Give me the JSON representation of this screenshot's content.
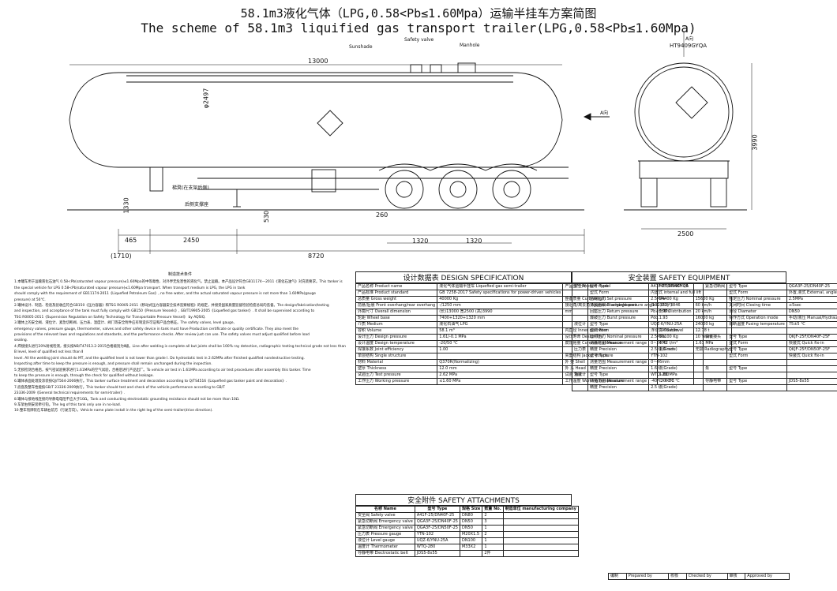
{
  "title": {
    "cn": "58.1m3液化气体（LPG,0.58<Pb≤1.60Mpa）运输半挂车方案简图",
    "en": "The scheme of 58.1m3 liquified gas transport trailer(LPG,0.58<Pb≤1.60Mpa)"
  },
  "drawing": {
    "labels": {
      "sunshade": "Sunshade",
      "safety_valve": "Safety valve",
      "manhole": "Manhole",
      "a_view": "A向",
      "a_arrow": "A向",
      "model": "HT9409GYQA",
      "ladder": "梯凳(在支架后侧)",
      "box": "后侧支撑座"
    },
    "dims": {
      "d13000": "13000",
      "d2497": "φ2497",
      "d1330": "1330",
      "d530": "530",
      "d260": "260",
      "d1320a": "1320",
      "d1320b": "1320",
      "d465": "465",
      "d2450": "2450",
      "d1710": "(1710)",
      "d8720": "8720",
      "d3990": "3990",
      "d2500": "2500"
    }
  },
  "tech": {
    "heading": "制造技术条件",
    "items": [
      "1.本罐车用于运输液化石油气 0.58<Pb(saturated vapour pressure)≤1.60Mpa的中等毒性、对外界无危害性的液化气，禁止运输。本产品设计符合GB11174—2011《液化石油气》对充装要求。This tanker is the special vehicle for LPG 0.58<Pb(saturated vapour pressure)≤1.60Mpa transport. When transport medium is LPG, the LPG in tank",
      "should comply with the requirement of GB11174-2011《Liquefied Petroleum Gas》, no free water, and the actual saturated vapour pressure is not more than 1.60MPa(gauge",
      "pressure) at 50℃.",
      "2.罐体设计、制造、检验及验收应符合GB150《压力容器》和TSG R0005-2011《移动式压力容器安全技术监察规程》的规定，并接受国家质量监督检验检疫总局的监督。The design/fabrication/testing",
      "and inspection, and acceptance of the tank must fully comply with GB150《Pressure Vessels》, GB/T19905-2005《Liquefied gas tanker》. It shall be supervised according to",
      "TSG R0005-2011《Supervision Regulation on Safety Technology for Transportable Pressure Vessel》 by AQSIQ.",
      "3.罐体上的安全阀、液位计、紧急切断阀、压力表、温度计、阀门等安全附件应有制造许可证和产品合格证。The safety valves, level gauge,",
      "emergency valves, pressure gauge, thermometer, valves and other safety device in tank must have Production certificate or quality certificate. They also meet the",
      "provisions of the relevant laws and regulations and standards, and the performance checks. After review just can use. The safety valves must  adjust qualified before load",
      "sealing.",
      "4.焊接接头进行20%射线检测，接头按NB/T47013.2-2015合格级别为Ⅱ级。Line after welding is complete all but joints shall be 100% ray detection, radiographic testing technical grade not less than B level, level of qualified not less than Ⅱ",
      "level. All the  welding joint should do MT, and the qualified level is not lower than grade Ⅰ. Do hydrostatic test in 2.62MPa after finished qualified nondestructive testing.",
      "Inspecting after time to keep the pressure is enough, and pressure shall remain unchanged during the inspection.",
      "5.无损检测合格后，按气密试验要求进行1.61MPa的空气试验，合格后进行产品出厂。To vehicle air test in 1.61MPa according to air test procedures after assembly this tanker. Time",
      "to keep the pressure is enough, through the check for qualified without leakage.",
      "6.罐体表面处理及涂装按QJ/T564-2006执行。This tanker surface treatment and decoration according to Q/TS4516《Liquefied gas tanker paint and decoration》.",
      "7.底盘及整车性能按GB/T 23336-2009执行。This tanker should test and check of the vehicle performance according to GB/T",
      "23336-2009《General technical requirements for semi-trailer》.",
      "8.罐体与接地线连接的导静电电阻不应大于10Ω。Tank and conducting electrostatic grounding resistance should not be more than 10Ω.",
      "9.车架右侧安装牵引钩。The leg of this tank only use in no-load.",
      "10.整车铭牌装在车辆右前方（行驶方向）。Vehicle name plate install in the right leg of the semi-trailer(drive direction)."
    ]
  },
  "design": {
    "title": "设计数据表 DESIGN SPECIFICATION",
    "rows": [
      [
        "产品名称 Product name",
        "液化气体运输半挂车 Liquefied gas semi-trailer",
        "产品型号 Product model",
        "MET9409GYQA"
      ],
      [
        "产品标准 Product standard",
        "GB 7258-2017 Safety specifications for power-driven vehicles",
        "",
        ""
      ],
      [
        "总质量 Gross weight",
        "40000 Kg",
        "整备质量 Curb weight",
        "24400 Kg",
        "15600 Kg"
      ],
      [
        "前悬/后悬 Front overhang/rear overhang",
        "-/1250 mm",
        "接近角/离去角 Approach angle/departure angle",
        "-/23(°)",
        "60 km/h"
      ],
      [
        "外廓尺寸 Overall dimension",
        "(长)13000 宽2500 (高)3990",
        "mm",
        "分布 Distribution",
        "20 km/h"
      ],
      [
        "轮距 Wheel base",
        "7400+1320+1320 mm",
        "",
        "",
        "16000 kg"
      ],
      [
        "介质 Medium",
        "液化石油气 LPG",
        "",
        "",
        "24000 kg"
      ],
      [
        "容积 Volume",
        "58.1 m³",
        "内直径 Inner diameter",
        "2470 mm",
        "12.78 t"
      ],
      [
        "设计压力 Design pressure",
        "1.61/-0.1 MPa",
        "设计寿命 Design life",
        "10100 Kg",
        "10 Years"
      ],
      [
        "设计温度 Design temperature",
        "-20/50 ℃",
        "腐蚀裕量 Corrosion allowance",
        "0.42 t/m³",
        "1.61 MPa"
      ],
      [
        "焊接系数 Joint efficiency",
        "1.00",
        "",
        "1.0 mm",
        "无损 Radiography"
      ],
      [
        "单层结构 Single structure",
        "",
        "夹套结构 Jacket structure",
        ""
      ],
      [
        "材料 Material",
        "Q370R(Normalizing)",
        "外 壳 Shell",
        "6mm"
      ],
      [
        "壁厚 Thickness",
        "12.0 mm",
        "外 头 Head",
        ""
      ],
      [
        "试验压力 Test pressure",
        "2.62 MPa",
        "试验 Test",
        "1.61 MPa"
      ],
      [
        "工作压力 Working pressure",
        "≤1.60 MPa",
        "工作温度 Working temperature",
        "-20~50 ℃"
      ]
    ]
  },
  "safety_equipment": {
    "title": "安全装置 SAFETY EQUIPMENT",
    "rows": [
      [
        "安全阀",
        "型号 Type",
        "A41F-25/DN40F-25",
        "紧急切断阀",
        "型号 Type",
        "QGA3F-25/DN40F-25"
      ],
      [
        "",
        "型式 Form",
        "内置式 internal and full lift",
        "",
        "型式 Form",
        "外置,液式 External, angle type"
      ],
      [
        "",
        "整定压力 Set pressure",
        "2.5MPa",
        "",
        "额定压力 Nominal pressure",
        "2.5MPa"
      ],
      [
        "",
        "排放面积 Discharge area",
        "(192382)-3846",
        "",
        "关闭时间 Closing time",
        "≤5sec"
      ],
      [
        "",
        "回座压力 Return pressure",
        "Pb≤0.9Ps",
        "",
        "通径 Diameter",
        "DN50"
      ],
      [
        "",
        "爆破压力 Burst pressure",
        "Pdc.1.93",
        "",
        "操作方式 Operation mode",
        "手动/液压 Manual/Hydraulic"
      ],
      [
        "液位计",
        "型号 Type",
        "UQZ-6/YNU-25A",
        "",
        "熔断温度 Fusing temperature",
        "75±5 ℃"
      ],
      [
        "",
        "型式 Form",
        "浮球式 float/level",
        "",
        "",
        ""
      ],
      [
        "",
        "公称压力 Nominal pressure",
        "2.5MPa",
        "快装接头",
        "型号 Type",
        "QKJF-25F/DN40F-25F"
      ],
      [
        "",
        "测量范围 Measurement range",
        "0~2470",
        "",
        "型式 Form",
        "快装式 Quick fix-in"
      ],
      [
        "压力表",
        "精度 Precision",
        "2.5 级(Grade)",
        "",
        "型号 Type",
        "QKJF-25F/DN50F-25F"
      ],
      [
        "",
        "型号 Type",
        "YTN-102",
        "",
        "型式 Form",
        "快装式 Quick fix-in"
      ],
      [
        "",
        "测量范围 Measurement range",
        "0~4",
        "",
        "",
        ""
      ],
      [
        "",
        "精度 Precision",
        "1.6 级(Grade)",
        "泵",
        "型号 Type",
        ""
      ],
      [
        "温度计",
        "型号 Type",
        "WTQ-280",
        "",
        "",
        ""
      ],
      [
        "",
        "测量范围 Measurement range",
        "-40℃~60℃",
        "导静电带",
        "型号 Type",
        "JDS5-8x55"
      ],
      [
        "",
        "精度 Precision",
        "2.5 级(Grade)",
        "",
        "",
        ""
      ]
    ]
  },
  "attachments": {
    "title": "安全附件 SAFETY ATTACHMENTS",
    "header": [
      "名称 Name",
      "型号 Type",
      "规格 Size",
      "数量 No.",
      "制造单位 manufacturing company"
    ],
    "rows": [
      [
        "安全阀 Safety valve",
        "A41F-25/DN40F-25",
        "DN80",
        "2",
        ""
      ],
      [
        "紧急切断阀 Emergency valve",
        "QGA3F-25/DN40F-25",
        "DN50",
        "3",
        ""
      ],
      [
        "紧急切断阀 Emergency valve",
        "QGA3F-25/DN50F-25",
        "DN50",
        "1",
        ""
      ],
      [
        "压力表 Pressure gauge",
        "YTN-102",
        "M20X1.5",
        "2",
        ""
      ],
      [
        "液位计 Level gauge",
        "UQZ-6/YNU-25A",
        "DN100",
        "1",
        ""
      ],
      [
        "温度计 Thermometer",
        "WTQ-280",
        "M33X2",
        "1",
        ""
      ],
      [
        "导静电带 Electrostatic belt",
        "JDS5-8x55",
        "",
        "2件",
        ""
      ]
    ]
  },
  "signoff": {
    "prepared_cn": "编制",
    "prepared_en": "Prepared by",
    "checked_cn": "校核",
    "checked_en": "Checked by",
    "approved_cn": "审核",
    "approved_en": "Approved by"
  }
}
